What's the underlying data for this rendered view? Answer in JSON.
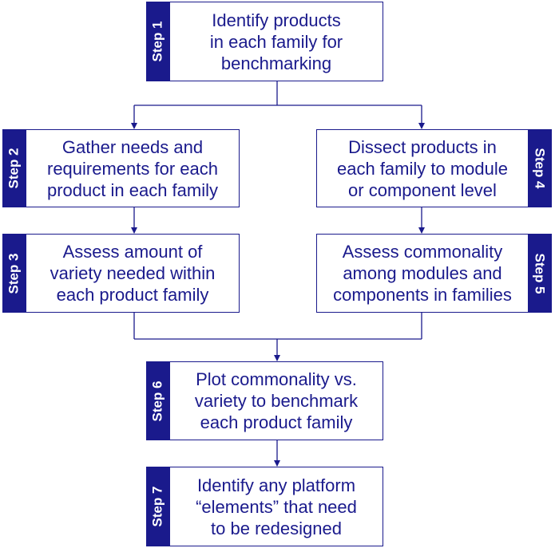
{
  "colors": {
    "accent": "#1a1a8c",
    "tab_text": "#ffffff",
    "background": "#ffffff"
  },
  "steps": [
    {
      "tag": "Step 1",
      "lines": [
        "Identify products",
        "in each family for",
        "benchmarking"
      ]
    },
    {
      "tag": "Step 2",
      "lines": [
        "Gather needs and",
        "requirements for each",
        "product in each family"
      ]
    },
    {
      "tag": "Step 3",
      "lines": [
        "Assess amount of",
        "variety needed within",
        "each product family"
      ]
    },
    {
      "tag": "Step 4",
      "lines": [
        "Dissect products in",
        "each family to module",
        "or component level"
      ]
    },
    {
      "tag": "Step 5",
      "lines": [
        "Assess commonality",
        "among modules and",
        "components in families"
      ]
    },
    {
      "tag": "Step 6",
      "lines": [
        "Plot commonality vs.",
        "variety to benchmark",
        "each product family"
      ]
    },
    {
      "tag": "Step 7",
      "lines": [
        "Identify any platform",
        "“elements” that need",
        "to be redesigned"
      ]
    }
  ]
}
